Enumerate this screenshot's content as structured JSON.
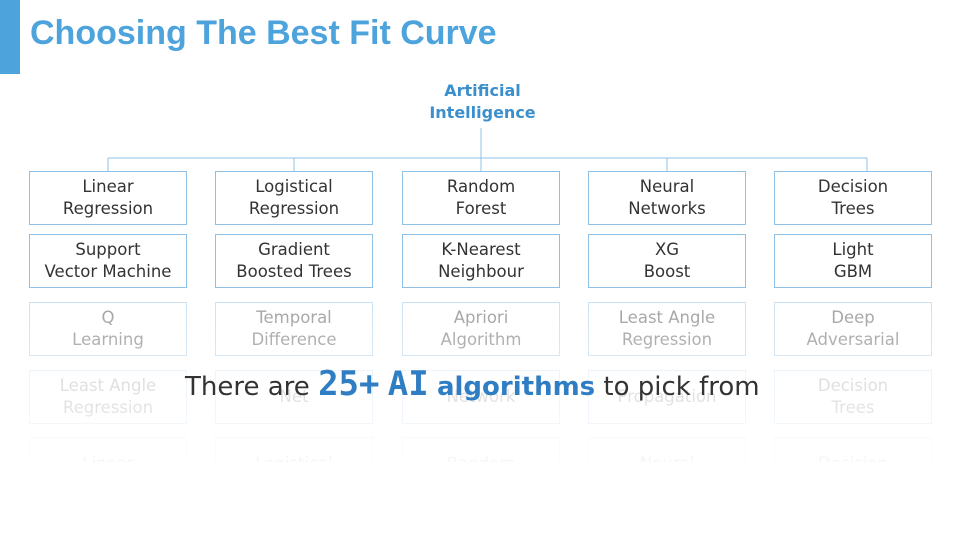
{
  "slide": {
    "title": "Choosing The Best Fit Curve",
    "root": {
      "line1": "Artificial",
      "line2": "Intelligence"
    },
    "rows": [
      [
        {
          "l1": "Linear",
          "l2": "Regression"
        },
        {
          "l1": "Logistical",
          "l2": "Regression"
        },
        {
          "l1": "Random",
          "l2": "Forest"
        },
        {
          "l1": "Neural",
          "l2": "Networks"
        },
        {
          "l1": "Decision",
          "l2": "Trees"
        }
      ],
      [
        {
          "l1": "Support",
          "l2": "Vector Machine"
        },
        {
          "l1": "Gradient",
          "l2": "Boosted Trees"
        },
        {
          "l1": "K-Nearest",
          "l2": "Neighbour"
        },
        {
          "l1": "XG",
          "l2": "Boost"
        },
        {
          "l1": "Light",
          "l2": "GBM"
        }
      ],
      [
        {
          "l1": "Q",
          "l2": "Learning"
        },
        {
          "l1": "Temporal",
          "l2": "Difference"
        },
        {
          "l1": "Apriori",
          "l2": "Algorithm"
        },
        {
          "l1": "Least Angle",
          "l2": "Regression"
        },
        {
          "l1": "Deep",
          "l2": "Adversarial"
        }
      ],
      [
        {
          "l1": "Least Angle",
          "l2": "Regression"
        },
        {
          "l1": "",
          "l2": "Net"
        },
        {
          "l1": "",
          "l2": "Network"
        },
        {
          "l1": "",
          "l2": "Propagation"
        },
        {
          "l1": "Decision",
          "l2": "Trees"
        }
      ],
      [
        {
          "l1": "Linear",
          "l2": ""
        },
        {
          "l1": "Logistical",
          "l2": ""
        },
        {
          "l1": "Random",
          "l2": ""
        },
        {
          "l1": "Neural",
          "l2": ""
        },
        {
          "l1": "Decision",
          "l2": ""
        }
      ]
    ],
    "overlay": {
      "prefix": "There are",
      "count": "25+",
      "ai": "AI",
      "algorithms": "algorithms",
      "suffix": "to pick from"
    }
  },
  "colors": {
    "accent": "#4da3dc",
    "node_border": "#8fc0e6",
    "text": "#333333",
    "highlight": "#2f7dc2"
  }
}
